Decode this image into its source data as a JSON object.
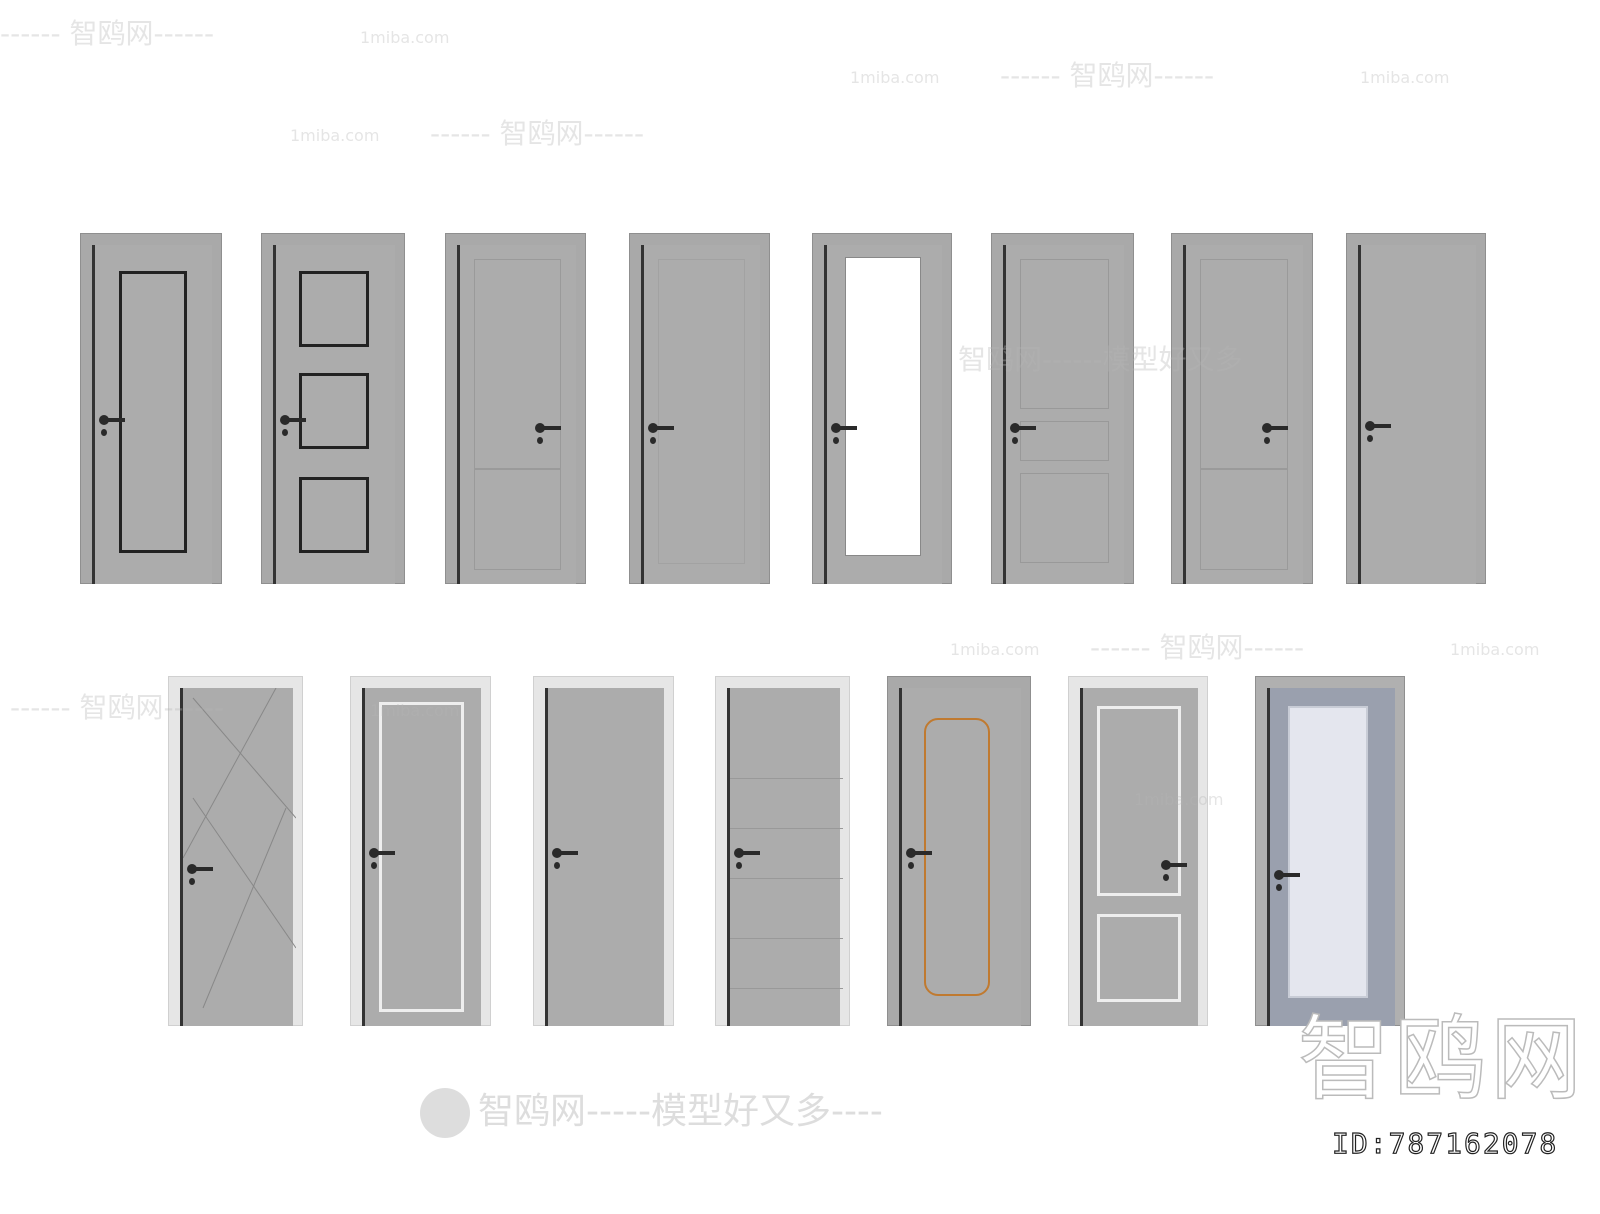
{
  "watermarks": {
    "site": "1miba.com",
    "brand": "智鸥网",
    "slogan": "智鸥网-----模型好又多----",
    "dash_brand": "------ 智鸥网------",
    "tagline": "智鸥网------模型好又多"
  },
  "big_watermark": "智鸥网",
  "model_id": "ID:787162078",
  "colors": {
    "door_gray": "#acacac",
    "handle": "#2a2a2a",
    "glass": "#ffffff",
    "tinted_glass": "#e4e6ee",
    "gold_trim": "#c07a30",
    "blue_gray_frame": "#9aa0ae"
  },
  "doors_row1": [
    {
      "variant": "single-black-panel"
    },
    {
      "variant": "three-black-panels"
    },
    {
      "variant": "two-raised-panels"
    },
    {
      "variant": "flat-with-top-panel"
    },
    {
      "variant": "full-glass"
    },
    {
      "variant": "three-raised-panels"
    },
    {
      "variant": "two-panels-handle-right"
    },
    {
      "variant": "flat-textured"
    }
  ],
  "doors_row2": [
    {
      "variant": "diagonal-lines"
    },
    {
      "variant": "white-inlay-panel"
    },
    {
      "variant": "flat-white-frame"
    },
    {
      "variant": "horizontal-grooves"
    },
    {
      "variant": "gold-ornamental-panel"
    },
    {
      "variant": "two-white-panels"
    },
    {
      "variant": "tinted-glass-blue-frame"
    }
  ]
}
